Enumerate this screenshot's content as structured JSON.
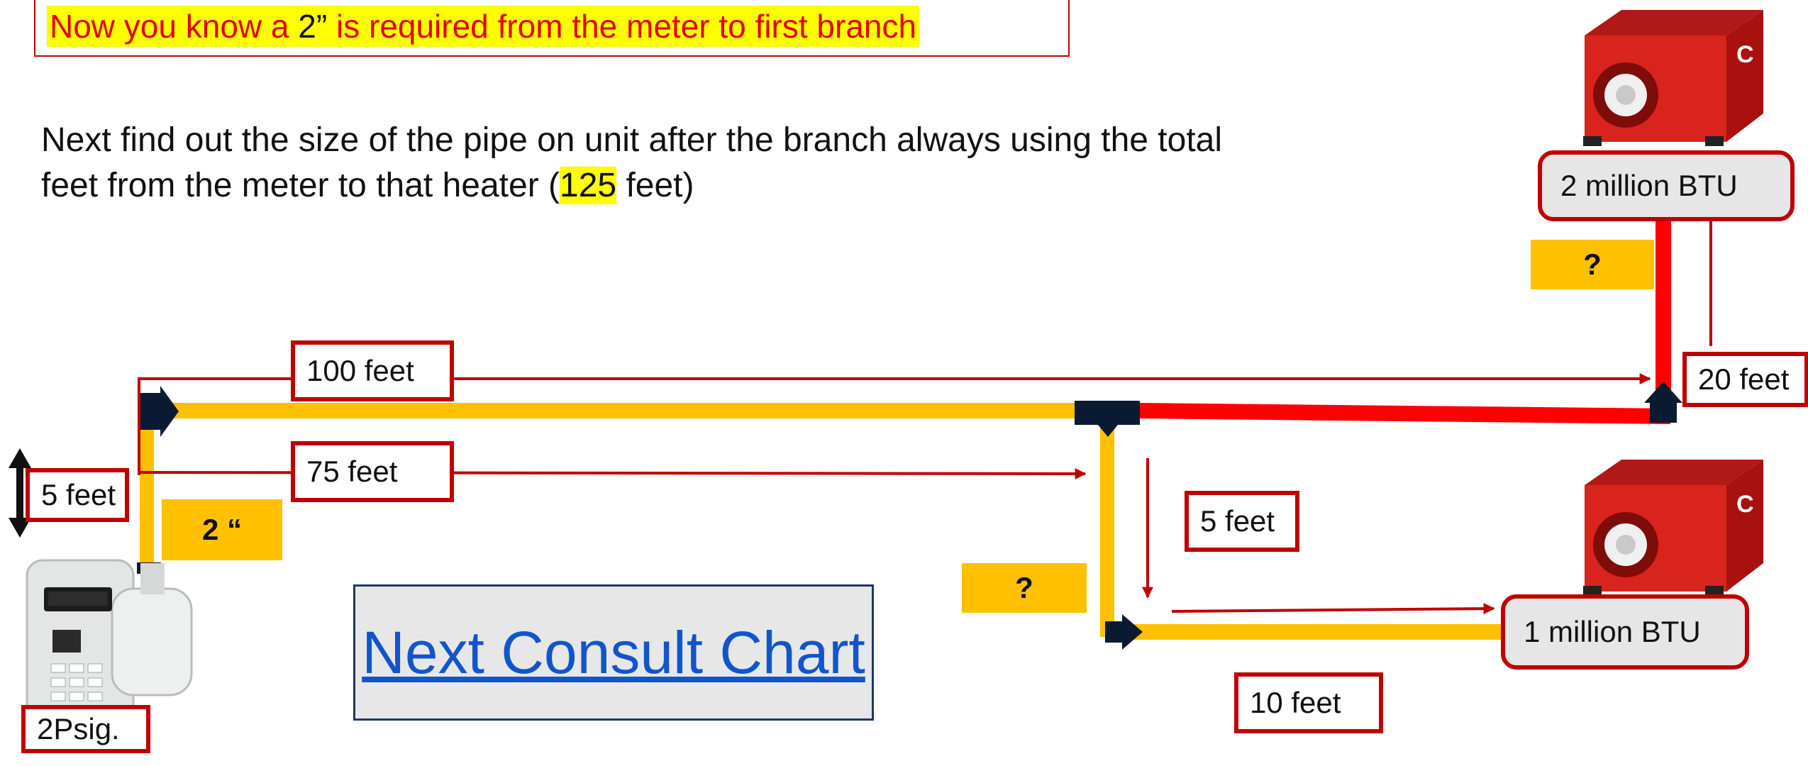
{
  "header": {
    "title_part1": "Now you know a ",
    "title_highlight": "2”",
    "title_part2": " is required from the meter to first branch"
  },
  "instruction": {
    "line1": "Next find out the size of the pipe on unit after the branch always using the total",
    "line2_before": "feet from the meter to that heater (",
    "line2_value": "125",
    "line2_after": " feet)"
  },
  "labels": {
    "vertical_run": "5 feet",
    "main_run": "100 feet",
    "branch_run": "75 feet",
    "riser_run": "20 feet",
    "drop_run": "5 feet",
    "final_run": "10 feet",
    "meter_pressure": "2Psig."
  },
  "pipe_sizes": {
    "main": "2 “",
    "upper_unknown": "?",
    "lower_unknown": "?"
  },
  "heaters": {
    "upper_btu": "2 million BTU",
    "lower_btu": "1 million BTU"
  },
  "link": {
    "text": "Next Consult Chart"
  },
  "colors": {
    "pipe_gold": "#ffc000",
    "pipe_red": "#ff0000",
    "arrow_red": "#c00000",
    "label_border": "#c00000",
    "highlight": "#ffff00",
    "link_blue": "#1155cc"
  }
}
